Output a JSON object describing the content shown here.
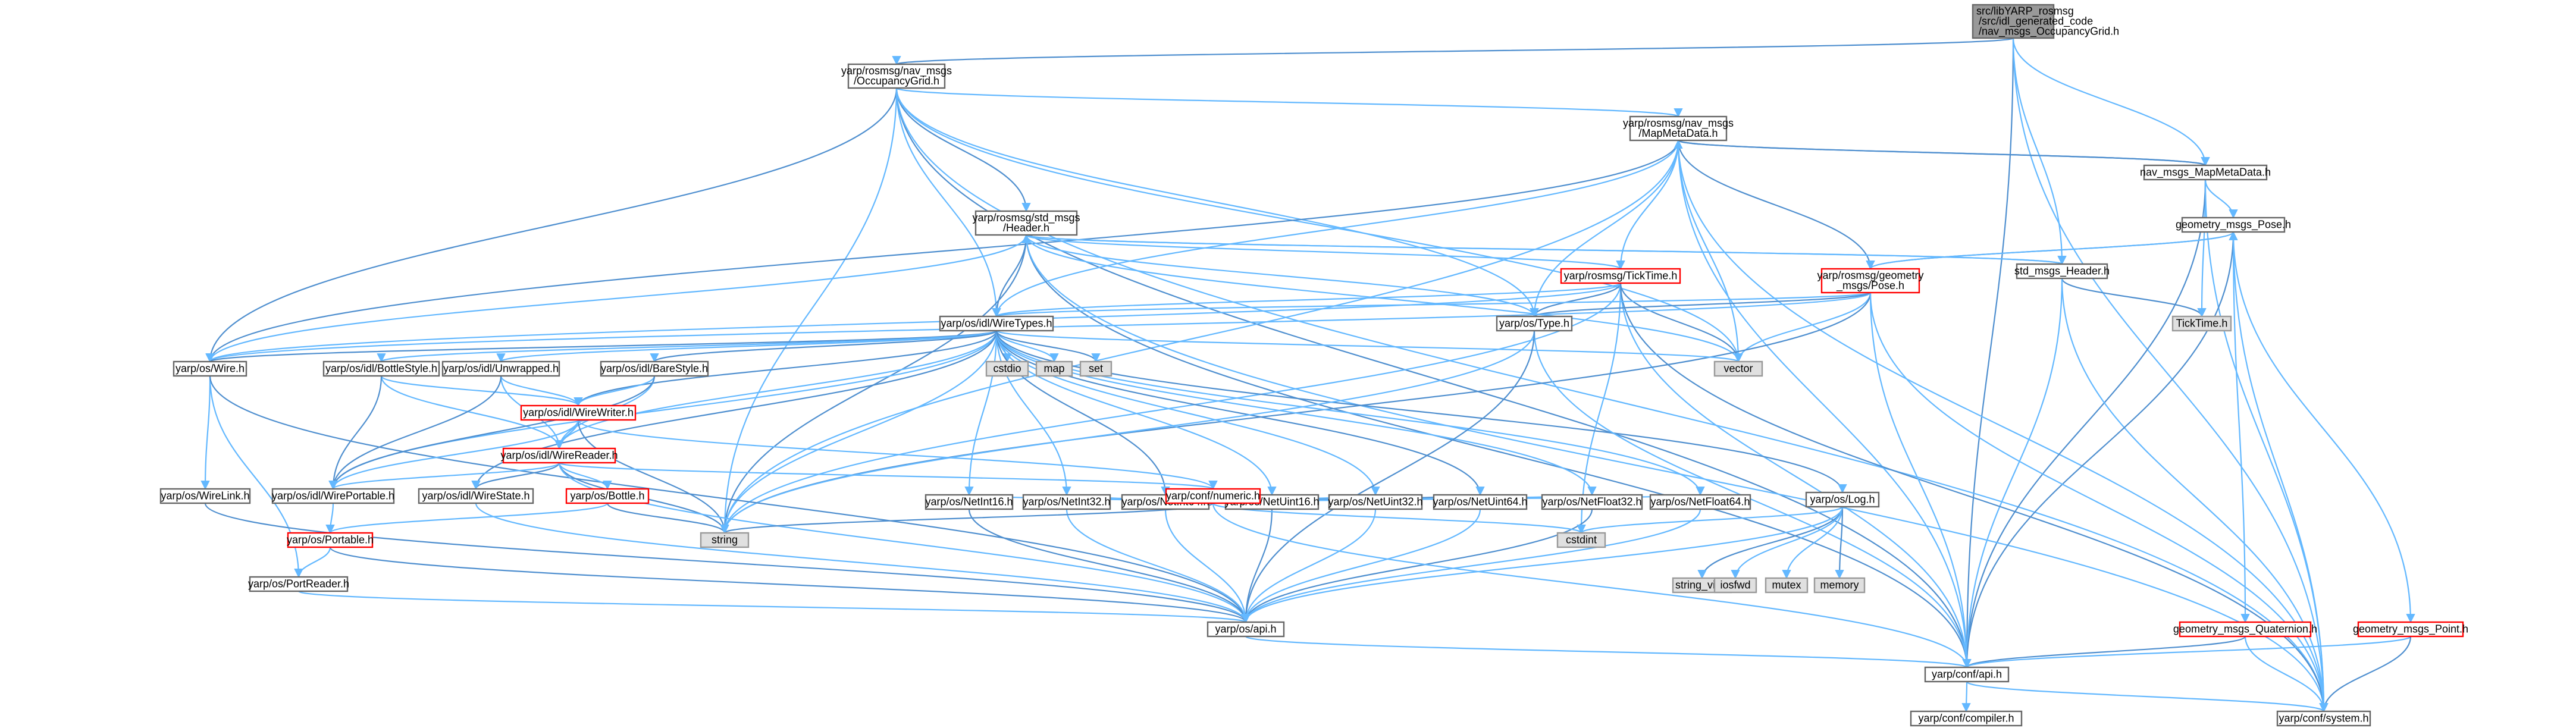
{
  "colors": {
    "node_fill": "#ffffff",
    "node_border": "#666666",
    "focus_fill": "#999999",
    "red_border": "#ff0000",
    "external_fill": "#e0e0e0",
    "external_border": "#999999",
    "edge": "#63b8ff",
    "edge_alt": "#4f8fcf"
  },
  "nodes": [
    {
      "id": "gen",
      "lines": [
        "src/libYARP_rosmsg",
        "/src/idl_generated_code",
        "/nav_msgs_OccupancyGrid.h"
      ],
      "kind": "focus"
    },
    {
      "id": "occ",
      "lines": [
        "yarp/rosmsg/nav_msgs",
        "/OccupancyGrid.h"
      ],
      "kind": "normal"
    },
    {
      "id": "mapmeta",
      "lines": [
        "yarp/rosmsg/nav_msgs",
        "/MapMetaData.h"
      ],
      "kind": "normal"
    },
    {
      "id": "navmeta",
      "lines": [
        "nav_msgs_MapMetaData.h"
      ],
      "kind": "normal"
    },
    {
      "id": "header",
      "lines": [
        "yarp/rosmsg/std_msgs",
        "/Header.h"
      ],
      "kind": "normal"
    },
    {
      "id": "geopose_h",
      "lines": [
        "geometry_msgs_Pose.h"
      ],
      "kind": "normal"
    },
    {
      "id": "stdheader",
      "lines": [
        "std_msgs_Header.h"
      ],
      "kind": "normal"
    },
    {
      "id": "ticktime",
      "lines": [
        "yarp/rosmsg/TickTime.h"
      ],
      "kind": "red"
    },
    {
      "id": "geopose",
      "lines": [
        "yarp/rosmsg/geometry",
        "_msgs/Pose.h"
      ],
      "kind": "red"
    },
    {
      "id": "wiretypes",
      "lines": [
        "yarp/os/idl/WireTypes.h"
      ],
      "kind": "normal"
    },
    {
      "id": "ostype",
      "lines": [
        "yarp/os/Type.h"
      ],
      "kind": "normal"
    },
    {
      "id": "ticktime_h",
      "lines": [
        "TickTime.h"
      ],
      "kind": "external"
    },
    {
      "id": "oswire",
      "lines": [
        "yarp/os/Wire.h"
      ],
      "kind": "normal"
    },
    {
      "id": "bottlestyle",
      "lines": [
        "yarp/os/idl/BottleStyle.h"
      ],
      "kind": "normal"
    },
    {
      "id": "unwrapped",
      "lines": [
        "yarp/os/idl/Unwrapped.h"
      ],
      "kind": "normal"
    },
    {
      "id": "barestyle",
      "lines": [
        "yarp/os/idl/BareStyle.h"
      ],
      "kind": "normal"
    },
    {
      "id": "cstdio",
      "lines": [
        "cstdio"
      ],
      "kind": "external"
    },
    {
      "id": "map",
      "lines": [
        "map"
      ],
      "kind": "external"
    },
    {
      "id": "set",
      "lines": [
        "set"
      ],
      "kind": "external"
    },
    {
      "id": "vector",
      "lines": [
        "vector"
      ],
      "kind": "external"
    },
    {
      "id": "wirewriter",
      "lines": [
        "yarp/os/idl/WireWriter.h"
      ],
      "kind": "red"
    },
    {
      "id": "wirereader",
      "lines": [
        "yarp/os/idl/WireReader.h"
      ],
      "kind": "red"
    },
    {
      "id": "netint16",
      "lines": [
        "yarp/os/NetInt16.h"
      ],
      "kind": "normal"
    },
    {
      "id": "netint32",
      "lines": [
        "yarp/os/NetInt32.h"
      ],
      "kind": "normal"
    },
    {
      "id": "netint64",
      "lines": [
        "yarp/os/NetInt64.h"
      ],
      "kind": "normal"
    },
    {
      "id": "netuint16",
      "lines": [
        "yarp/os/NetUint16.h"
      ],
      "kind": "normal"
    },
    {
      "id": "netuint32",
      "lines": [
        "yarp/os/NetUint32.h"
      ],
      "kind": "normal"
    },
    {
      "id": "netuint64",
      "lines": [
        "yarp/os/NetUint64.h"
      ],
      "kind": "normal"
    },
    {
      "id": "netfloat32",
      "lines": [
        "yarp/os/NetFloat32.h"
      ],
      "kind": "normal"
    },
    {
      "id": "netfloat64",
      "lines": [
        "yarp/os/NetFloat64.h"
      ],
      "kind": "normal"
    },
    {
      "id": "wirelink",
      "lines": [
        "yarp/os/WireLink.h"
      ],
      "kind": "normal"
    },
    {
      "id": "wireportable",
      "lines": [
        "yarp/os/idl/WirePortable.h"
      ],
      "kind": "normal"
    },
    {
      "id": "wirestate",
      "lines": [
        "yarp/os/idl/WireState.h"
      ],
      "kind": "normal"
    },
    {
      "id": "bottle",
      "lines": [
        "yarp/os/Bottle.h"
      ],
      "kind": "red"
    },
    {
      "id": "numeric",
      "lines": [
        "yarp/conf/numeric.h"
      ],
      "kind": "red"
    },
    {
      "id": "oslog",
      "lines": [
        "yarp/os/Log.h"
      ],
      "kind": "normal"
    },
    {
      "id": "string",
      "lines": [
        "string"
      ],
      "kind": "external"
    },
    {
      "id": "cstdint",
      "lines": [
        "cstdint"
      ],
      "kind": "external"
    },
    {
      "id": "string_view",
      "lines": [
        "string_view"
      ],
      "kind": "external"
    },
    {
      "id": "iosfwd",
      "lines": [
        "iosfwd"
      ],
      "kind": "external"
    },
    {
      "id": "mutex",
      "lines": [
        "mutex"
      ],
      "kind": "external"
    },
    {
      "id": "memory",
      "lines": [
        "memory"
      ],
      "kind": "external"
    },
    {
      "id": "portable",
      "lines": [
        "yarp/os/Portable.h"
      ],
      "kind": "red"
    },
    {
      "id": "portreader",
      "lines": [
        "yarp/os/PortReader.h"
      ],
      "kind": "normal"
    },
    {
      "id": "osapi",
      "lines": [
        "yarp/os/api.h"
      ],
      "kind": "normal"
    },
    {
      "id": "quaternion",
      "lines": [
        "geometry_msgs_Quaternion.h"
      ],
      "kind": "red"
    },
    {
      "id": "point",
      "lines": [
        "geometry_msgs_Point.h"
      ],
      "kind": "red"
    },
    {
      "id": "confapi",
      "lines": [
        "yarp/conf/api.h"
      ],
      "kind": "normal"
    },
    {
      "id": "compiler",
      "lines": [
        "yarp/conf/compiler.h"
      ],
      "kind": "normal"
    },
    {
      "id": "system",
      "lines": [
        "yarp/conf/system.h"
      ],
      "kind": "normal"
    }
  ],
  "edges": [
    [
      "gen",
      "occ"
    ],
    [
      "gen",
      "navmeta"
    ],
    [
      "gen",
      "stdheader"
    ],
    [
      "gen",
      "confapi"
    ],
    [
      "gen",
      "system"
    ],
    [
      "occ",
      "mapmeta"
    ],
    [
      "occ",
      "header"
    ],
    [
      "occ",
      "wiretypes"
    ],
    [
      "occ",
      "ostype"
    ],
    [
      "occ",
      "oswire"
    ],
    [
      "occ",
      "vector"
    ],
    [
      "occ",
      "string"
    ],
    [
      "occ",
      "confapi"
    ],
    [
      "occ",
      "system"
    ],
    [
      "mapmeta",
      "ticktime"
    ],
    [
      "mapmeta",
      "geopose"
    ],
    [
      "mapmeta",
      "wiretypes"
    ],
    [
      "mapmeta",
      "ostype"
    ],
    [
      "mapmeta",
      "oswire"
    ],
    [
      "mapmeta",
      "vector"
    ],
    [
      "mapmeta",
      "string"
    ],
    [
      "mapmeta",
      "navmeta"
    ],
    [
      "mapmeta",
      "confapi"
    ],
    [
      "mapmeta",
      "system"
    ],
    [
      "navmeta",
      "mapmeta"
    ],
    [
      "navmeta",
      "geopose_h"
    ],
    [
      "navmeta",
      "ticktime_h"
    ],
    [
      "navmeta",
      "confapi"
    ],
    [
      "navmeta",
      "system"
    ],
    [
      "header",
      "ticktime"
    ],
    [
      "header",
      "wiretypes"
    ],
    [
      "header",
      "ostype"
    ],
    [
      "header",
      "oswire"
    ],
    [
      "header",
      "string"
    ],
    [
      "header",
      "vector"
    ],
    [
      "header",
      "stdheader"
    ],
    [
      "header",
      "confapi"
    ],
    [
      "header",
      "system"
    ],
    [
      "stdheader",
      "header"
    ],
    [
      "stdheader",
      "ticktime_h"
    ],
    [
      "stdheader",
      "confapi"
    ],
    [
      "stdheader",
      "system"
    ],
    [
      "geopose_h",
      "geopose"
    ],
    [
      "geopose_h",
      "quaternion"
    ],
    [
      "geopose_h",
      "point"
    ],
    [
      "geopose_h",
      "confapi"
    ],
    [
      "geopose_h",
      "system"
    ],
    [
      "ticktime",
      "wiretypes"
    ],
    [
      "ticktime",
      "ostype"
    ],
    [
      "ticktime",
      "oswire"
    ],
    [
      "ticktime",
      "string"
    ],
    [
      "ticktime",
      "vector"
    ],
    [
      "ticktime",
      "cstdint"
    ],
    [
      "ticktime",
      "confapi"
    ],
    [
      "ticktime",
      "system"
    ],
    [
      "geopose",
      "geopose_h"
    ],
    [
      "geopose",
      "wiretypes"
    ],
    [
      "geopose",
      "ostype"
    ],
    [
      "geopose",
      "oswire"
    ],
    [
      "geopose",
      "vector"
    ],
    [
      "geopose",
      "string"
    ],
    [
      "geopose",
      "confapi"
    ],
    [
      "geopose",
      "system"
    ],
    [
      "wiretypes",
      "oswire"
    ],
    [
      "wiretypes",
      "bottlestyle"
    ],
    [
      "wiretypes",
      "unwrapped"
    ],
    [
      "wiretypes",
      "barestyle"
    ],
    [
      "wiretypes",
      "cstdio"
    ],
    [
      "wiretypes",
      "map"
    ],
    [
      "wiretypes",
      "set"
    ],
    [
      "wiretypes",
      "vector"
    ],
    [
      "wiretypes",
      "string"
    ],
    [
      "wiretypes",
      "wirewriter"
    ],
    [
      "wiretypes",
      "wirereader"
    ],
    [
      "wiretypes",
      "wireportable"
    ],
    [
      "wiretypes",
      "wirestate"
    ],
    [
      "wiretypes",
      "netint16"
    ],
    [
      "wiretypes",
      "netint32"
    ],
    [
      "wiretypes",
      "netint64"
    ],
    [
      "wiretypes",
      "netuint16"
    ],
    [
      "wiretypes",
      "netuint32"
    ],
    [
      "wiretypes",
      "netuint64"
    ],
    [
      "wiretypes",
      "netfloat32"
    ],
    [
      "wiretypes",
      "netfloat64"
    ],
    [
      "wiretypes",
      "oslog"
    ],
    [
      "ostype",
      "string"
    ],
    [
      "ostype",
      "confapi"
    ],
    [
      "ostype",
      "osapi"
    ],
    [
      "oswire",
      "wirelink"
    ],
    [
      "oswire",
      "portreader"
    ],
    [
      "oswire",
      "osapi"
    ],
    [
      "bottlestyle",
      "wirewriter"
    ],
    [
      "bottlestyle",
      "wirereader"
    ],
    [
      "bottlestyle",
      "wireportable"
    ],
    [
      "unwrapped",
      "wirewriter"
    ],
    [
      "unwrapped",
      "wirereader"
    ],
    [
      "unwrapped",
      "wireportable"
    ],
    [
      "barestyle",
      "wirewriter"
    ],
    [
      "barestyle",
      "wirereader"
    ],
    [
      "barestyle",
      "wireportable"
    ],
    [
      "wirewriter",
      "wirereader"
    ],
    [
      "wirewriter",
      "numeric"
    ],
    [
      "wirewriter",
      "string"
    ],
    [
      "wirewriter",
      "wireportable"
    ],
    [
      "wirereader",
      "bottle"
    ],
    [
      "wirereader",
      "wirestate"
    ],
    [
      "wirereader",
      "wireportable"
    ],
    [
      "wirereader",
      "numeric"
    ],
    [
      "wirereader",
      "string"
    ],
    [
      "wirereader",
      "osapi"
    ],
    [
      "netint16",
      "numeric"
    ],
    [
      "netint16",
      "osapi"
    ],
    [
      "netint32",
      "numeric"
    ],
    [
      "netint32",
      "osapi"
    ],
    [
      "netint64",
      "numeric"
    ],
    [
      "netint64",
      "osapi"
    ],
    [
      "netuint16",
      "numeric"
    ],
    [
      "netuint16",
      "osapi"
    ],
    [
      "netuint32",
      "numeric"
    ],
    [
      "netuint32",
      "osapi"
    ],
    [
      "netuint64",
      "numeric"
    ],
    [
      "netuint64",
      "osapi"
    ],
    [
      "netfloat32",
      "numeric"
    ],
    [
      "netfloat32",
      "osapi"
    ],
    [
      "netfloat64",
      "numeric"
    ],
    [
      "netfloat64",
      "osapi"
    ],
    [
      "oslog",
      "string_view"
    ],
    [
      "oslog",
      "iosfwd"
    ],
    [
      "oslog",
      "mutex"
    ],
    [
      "oslog",
      "memory"
    ],
    [
      "oslog",
      "cstdint"
    ],
    [
      "oslog",
      "osapi"
    ],
    [
      "wirelink",
      "osapi"
    ],
    [
      "wireportable",
      "portable"
    ],
    [
      "wirestate",
      "osapi"
    ],
    [
      "bottle",
      "string"
    ],
    [
      "bottle",
      "portable"
    ],
    [
      "numeric",
      "cstdint"
    ],
    [
      "numeric",
      "string"
    ],
    [
      "numeric",
      "confapi"
    ],
    [
      "portable",
      "portreader"
    ],
    [
      "portable",
      "osapi"
    ],
    [
      "portreader",
      "osapi"
    ],
    [
      "osapi",
      "confapi"
    ],
    [
      "quaternion",
      "confapi"
    ],
    [
      "quaternion",
      "system"
    ],
    [
      "point",
      "confapi"
    ],
    [
      "point",
      "system"
    ],
    [
      "confapi",
      "compiler"
    ],
    [
      "confapi",
      "system"
    ]
  ]
}
